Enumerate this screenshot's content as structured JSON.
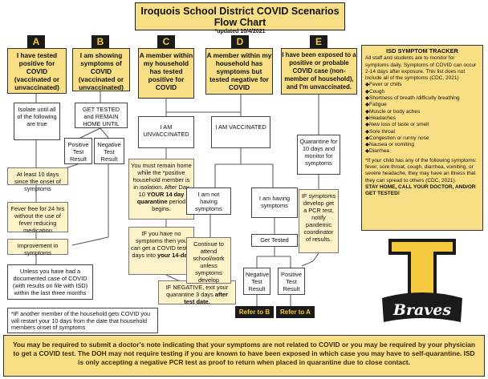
{
  "header": {
    "title": "Iroquois School District COVID Scenarios Flow Chart",
    "subtitle": "*updated 10/4/2021"
  },
  "col_a": {
    "letter": "A",
    "scenario": "I have tested positive for COVID (vaccinated or unvaccinated)",
    "isolate": "Isolate until all of the following are true",
    "step1": "At least 10 days since the onset of symptoms",
    "step2": "Fever free for 24 hrs without the use of fever reducing medication",
    "step3": "Improvement in symptoms",
    "step4": "Unless you have had a documented case of COVID (with results on file with ISD) within the last three months"
  },
  "col_b": {
    "letter": "B",
    "scenario": "I am showing symptoms of COVID (vaccinated or unvaccinated)",
    "get_tested": "GET TESTED and REMAIN HOME UNTIL",
    "positive": "Positive Test Result",
    "negative": "Negative Test Result"
  },
  "col_c": {
    "letter": "C",
    "scenario": "A member within my household has tested positive for COVID",
    "unvax": "I AM UNVACCINATED",
    "remain_pre": "You must remain home while the *positive household member is in isolation. After Day 10",
    "remain_bold": "YOUR 14 day quarantine",
    "remain_post": "period begins.",
    "no_sym_pre": "IF you have no symptoms then you can get a COVID test 5 days into",
    "no_sym_bold": "your 14-day",
    "neg_pre": "IF NEGATIVE, exit your quarantine 3 days",
    "neg_bold": "after test date.",
    "household_note": "*IF another member of the household gets COVID you will restart your 10 days from the date that household members onset of symptoms"
  },
  "col_d": {
    "letter": "D",
    "scenario": "A member within my household has symptoms but tested negative for COVID",
    "vax": "I AM VACCINATED",
    "not_having": "I am not having symptoms",
    "continue": "Continue to attend school/work unless symptoms develop",
    "having": "I am having symptoms",
    "get_tested": "Get Tested",
    "negative": "Negative Test Result",
    "positive": "Positive Test Result",
    "refer_b": "Refer to B",
    "refer_a": "Refer to A"
  },
  "col_e": {
    "letter": "E",
    "scenario": "I have been exposed to a positive or probable COVID case (non-member of household), and I'm unvaccinated.",
    "quarantine": "Quarantine for 10 days and monitor for symptoms",
    "if_symptoms": "IF symptoms develop get a PCR test, notify pandemic coordinator of results."
  },
  "tracker": {
    "title": "ISD SYMPTOM TRACKER",
    "intro": "All staff and students are to monitor for symptoms daily. Symptoms of COVID can occur 2-14 days after exposure. This list does not include all of the symptoms (CDC, 2021)",
    "symptoms": [
      "Fever  or chills",
      "Cough",
      "Shortness of breath /difficulty breathing",
      "Fatigue",
      "Muscle or body aches",
      "Headaches",
      "New loss of taste or smell",
      "Sore throat",
      "Congestion or runny nose",
      "Nausea or vomiting",
      "Diarrhea"
    ],
    "note": "*If your child has any of the following symptoms: fever, sore throat, cough, diarrhea, vomiting, or severe headache, they may have an illness that they can spread to others (CDC, 2021).",
    "cta": "STAY HOME, CALL YOUR DOCTOR, AND/OR GET TESTED!"
  },
  "logo": {
    "text": "Braves"
  },
  "footer": "You may be required to submit a doctor's note indicating that your symptoms are not related to COVID or you may be required by your physician to get a COVID test. The DOH may not require testing if you are known to have been exposed in which case you may have to self-quarantine. ISD is only accepting a negative PCR test as proof to return when placed in quarantine due to close contact.",
  "colors": {
    "gold": "#f8de84",
    "light": "#fdf2c8",
    "dark": "#1b1b1b",
    "letter": "#f5c93e"
  }
}
